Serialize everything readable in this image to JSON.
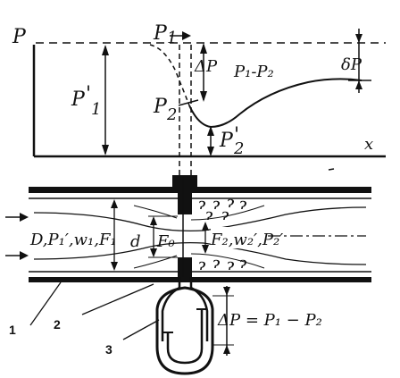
{
  "graph": {
    "axis_y_label": "P",
    "axis_x_label": "x",
    "p1_prime_label": "P",
    "p1_prime_mark": "'",
    "p1_prime_sub": "1",
    "p1_point_label": "P",
    "p1_point_sub": "1",
    "p2_point_label": "P",
    "p2_point_sub": "2",
    "delta_p_label": "ΔP",
    "difference_label": "P₁-P₂",
    "delta_small_label": "δP",
    "p2_prime_label": "P",
    "p2_prime_mark": "'",
    "p2_prime_sub": "2"
  },
  "pipe": {
    "inlet_params": "D,P₁′,w₁,F₁",
    "orifice_d": "d",
    "orifice_F0": "F₀",
    "outlet_params": "F₂,w₂′,P₂′"
  },
  "manometer": {
    "equation": "ΔP = P₁ − P₂"
  },
  "callouts": {
    "pipe_wall": "1",
    "orifice_plate": "2",
    "manometer": "3"
  },
  "colors": {
    "ink": "#111111",
    "background": "#ffffff"
  }
}
